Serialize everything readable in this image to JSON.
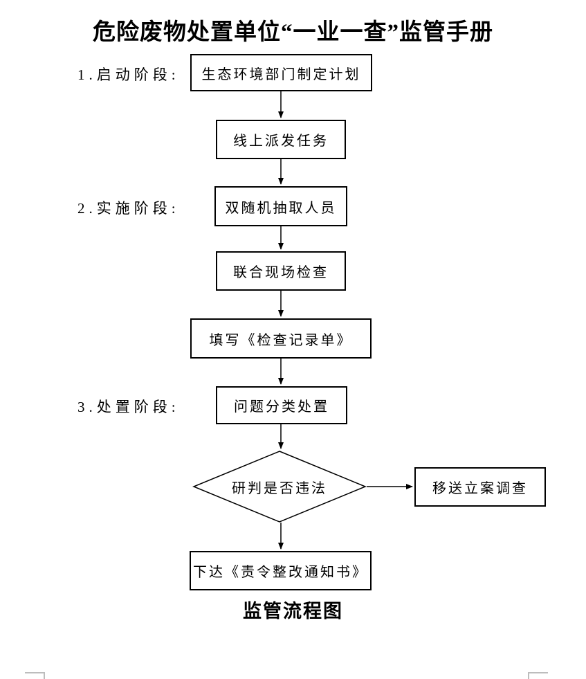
{
  "page": {
    "title": "危险废物处置单位“一业一查”监管手册",
    "caption": "监管流程图"
  },
  "stages": [
    {
      "label": "1.启动阶段:"
    },
    {
      "label": "2.实施阶段:"
    },
    {
      "label": "3.处置阶段:"
    }
  ],
  "nodes": {
    "plan": "生态环境部门制定计划",
    "dispatch": "线上派发任务",
    "sample": "双随机抽取人员",
    "inspect": "联合现场检查",
    "record": "填写《检查记录单》",
    "classify": "问题分类处置",
    "judge": "研判是否违法",
    "transfer": "移送立案调查",
    "notice": "下达《责令整改通知书》"
  },
  "edges": [
    {
      "from": "plan",
      "to": "dispatch"
    },
    {
      "from": "dispatch",
      "to": "sample"
    },
    {
      "from": "sample",
      "to": "inspect"
    },
    {
      "from": "inspect",
      "to": "record"
    },
    {
      "from": "record",
      "to": "classify"
    },
    {
      "from": "classify",
      "to": "judge"
    },
    {
      "from": "judge",
      "to": "transfer"
    },
    {
      "from": "judge",
      "to": "notice"
    }
  ],
  "colors": {
    "line": "#000000",
    "background": "#ffffff",
    "margin_mark": "#bdbdbd"
  }
}
